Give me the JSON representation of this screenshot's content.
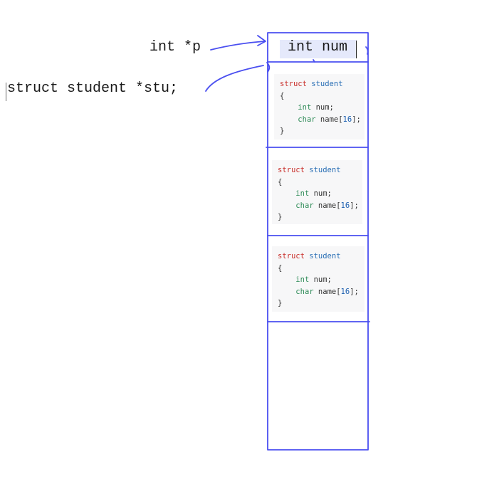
{
  "pointers": {
    "int_pointer": "int *p",
    "struct_pointer": "struct student *stu;"
  },
  "memory": {
    "first_cell": "int num",
    "structs": [
      {
        "line1_kw": "struct",
        "line1_name": "student",
        "open": "{",
        "field1_type": "int",
        "field1_name": "num;",
        "field2_type": "char",
        "field2_name": "name[",
        "field2_size": "16",
        "field2_end": "];",
        "close": "}"
      },
      {
        "line1_kw": "struct",
        "line1_name": "student",
        "open": "{",
        "field1_type": "int",
        "field1_name": "num;",
        "field2_type": "char",
        "field2_name": "name[",
        "field2_size": "16",
        "field2_end": "];",
        "close": "}"
      },
      {
        "line1_kw": "struct",
        "line1_name": "student",
        "open": "{",
        "field1_type": "int",
        "field1_name": "num;",
        "field2_type": "char",
        "field2_name": "name[",
        "field2_size": "16",
        "field2_end": "];",
        "close": "}"
      }
    ]
  },
  "colors": {
    "ink": "#4a4ff0",
    "highlight": "#e5e9fb",
    "code_bg": "#f7f7f8",
    "keyword": "#c9302c",
    "type_name": "#2a6fb5",
    "field_type": "#2e8b57"
  }
}
